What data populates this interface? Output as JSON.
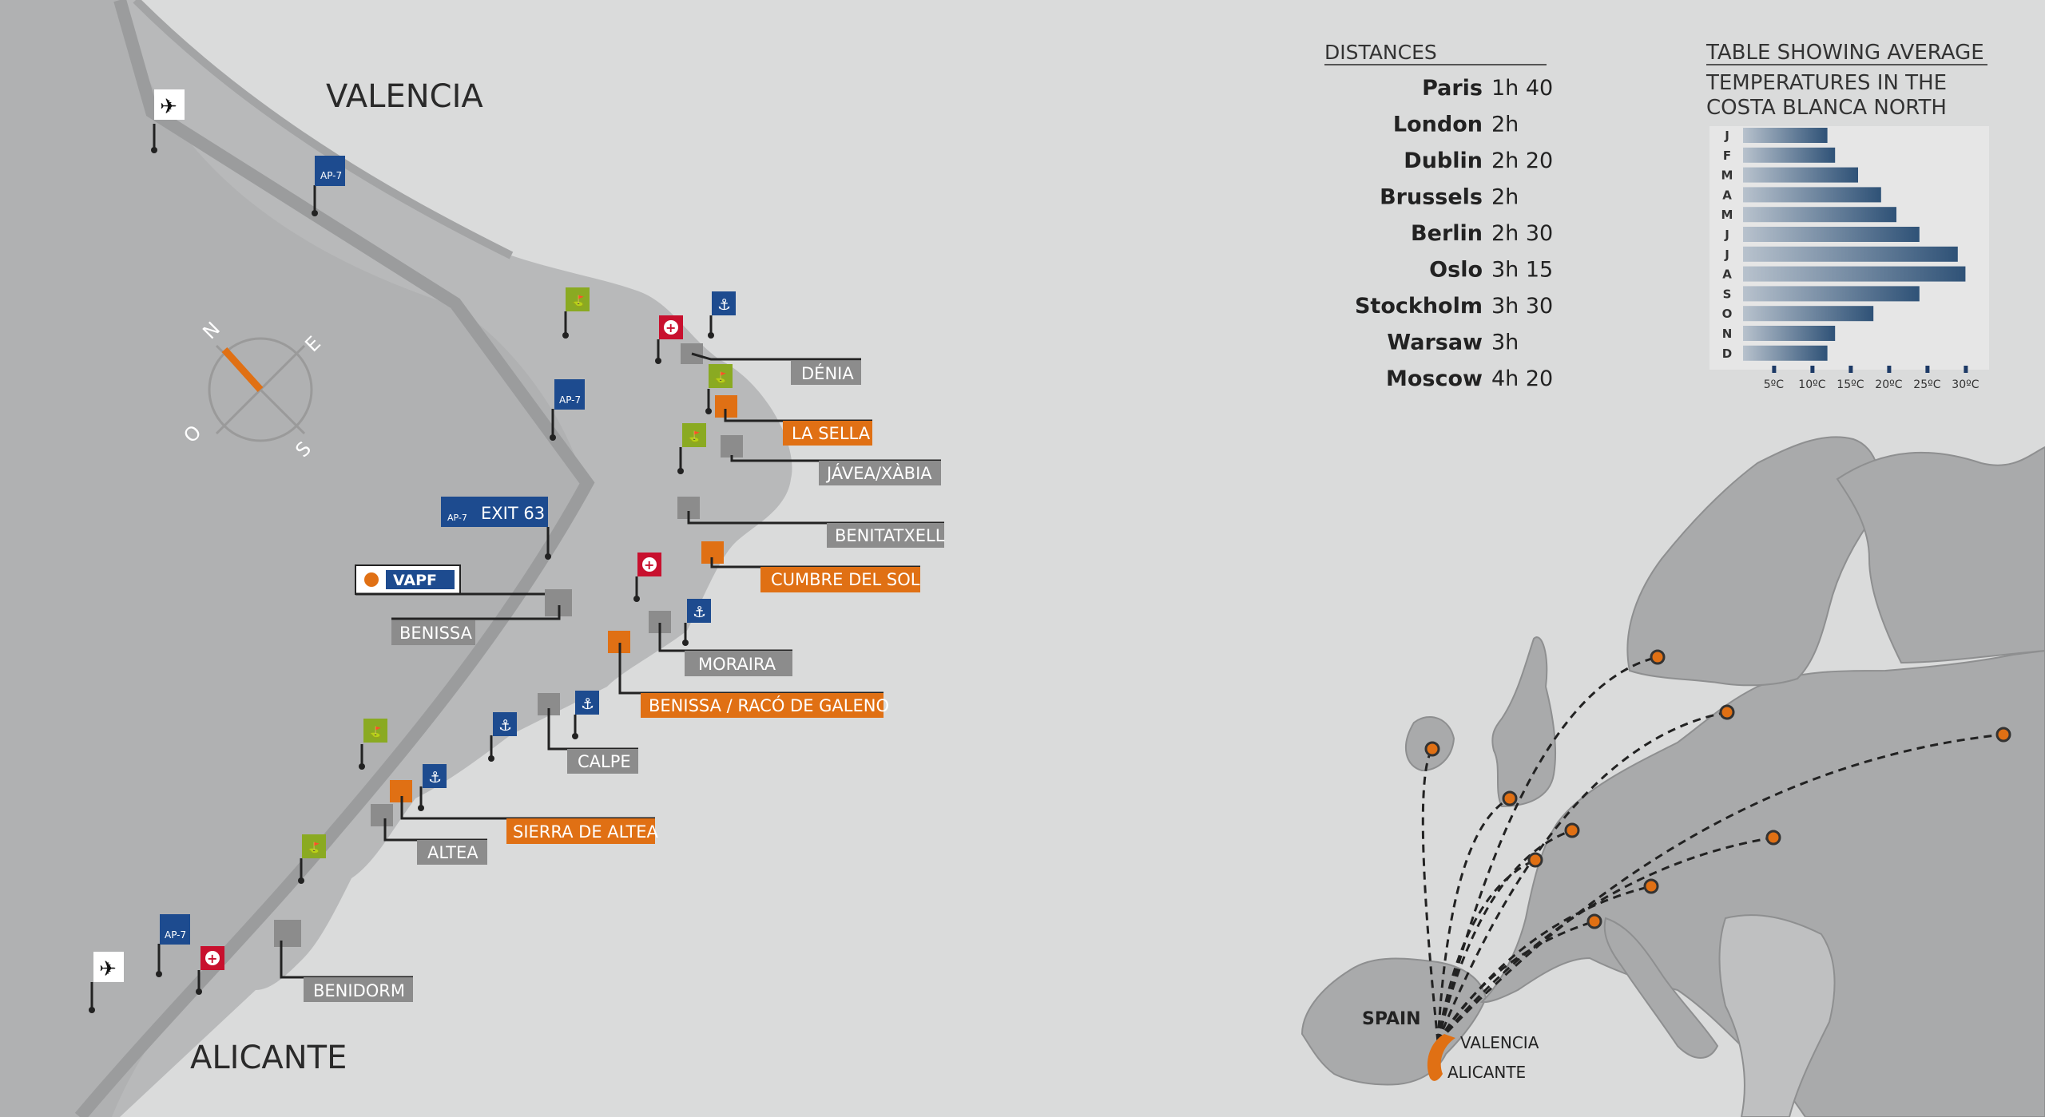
{
  "regions": {
    "valencia": "VALENCIA",
    "alicante": "ALICANTE"
  },
  "compass": {
    "n": "N",
    "e": "E",
    "s": "S",
    "o": "O"
  },
  "road_labels": {
    "ap7": "AP-7",
    "exit": "EXIT 63",
    "golf": "GOLF"
  },
  "vapf_logo": "VAPF",
  "locations": {
    "denia": "DÉNIA",
    "la_sella": "LA SELLA",
    "javea": "JÁVEA/XÀBIA",
    "benitatxell": "BENITATXELL",
    "cumbre": "CUMBRE DEL SOL",
    "benissa": "BENISSA",
    "moraira": "MORAIRA",
    "racó": "BENISSA / RACÓ DE GALENO",
    "calpe": "CALPE",
    "sierra_altea": "SIERRA DE ALTEA",
    "altea": "ALTEA",
    "benidorm": "BENIDORM"
  },
  "colors": {
    "accent": "#e07014",
    "marker_grey": "#8c8c8c",
    "road_blue": "#1d4b8f",
    "golf_green": "#8aaa22",
    "health_red": "#c8102e"
  },
  "icons": [
    "airport-icon",
    "motorway-icon",
    "golf-icon",
    "health-icon",
    "anchor-icon",
    "compass-icon"
  ],
  "distances": {
    "title": "DISTANCES",
    "rows": [
      {
        "city": "Paris",
        "time": "1h 40"
      },
      {
        "city": "London",
        "time": "2h"
      },
      {
        "city": "Dublin",
        "time": "2h 20"
      },
      {
        "city": "Brussels",
        "time": "2h"
      },
      {
        "city": "Berlin",
        "time": "2h 30"
      },
      {
        "city": "Oslo",
        "time": "3h 15"
      },
      {
        "city": "Stockholm",
        "time": "3h 30"
      },
      {
        "city": "Warsaw",
        "time": "3h"
      },
      {
        "city": "Moscow",
        "time": "4h 20"
      }
    ]
  },
  "chart_data": {
    "type": "bar",
    "title_line1": "TABLE SHOWING AVERAGE",
    "title_line2": "TEMPERATURES IN THE",
    "title_line3": "COSTA BLANCA NORTH",
    "categories": [
      "J",
      "F",
      "M",
      "A",
      "M",
      "J",
      "J",
      "A",
      "S",
      "O",
      "N",
      "D"
    ],
    "values": [
      12,
      13,
      16,
      19,
      21,
      24,
      29,
      30,
      24,
      18,
      13,
      12
    ],
    "ticks": [
      "5ºC",
      "10ºC",
      "15ºC",
      "20ºC",
      "25ºC",
      "30ºC"
    ],
    "tick_values": [
      5,
      10,
      15,
      20,
      25,
      30
    ],
    "xlim": [
      1,
      32
    ],
    "orientation": "horizontal"
  },
  "europe": {
    "spain": "SPAIN",
    "valencia": "VALENCIA",
    "alicante": "ALICANTE"
  }
}
